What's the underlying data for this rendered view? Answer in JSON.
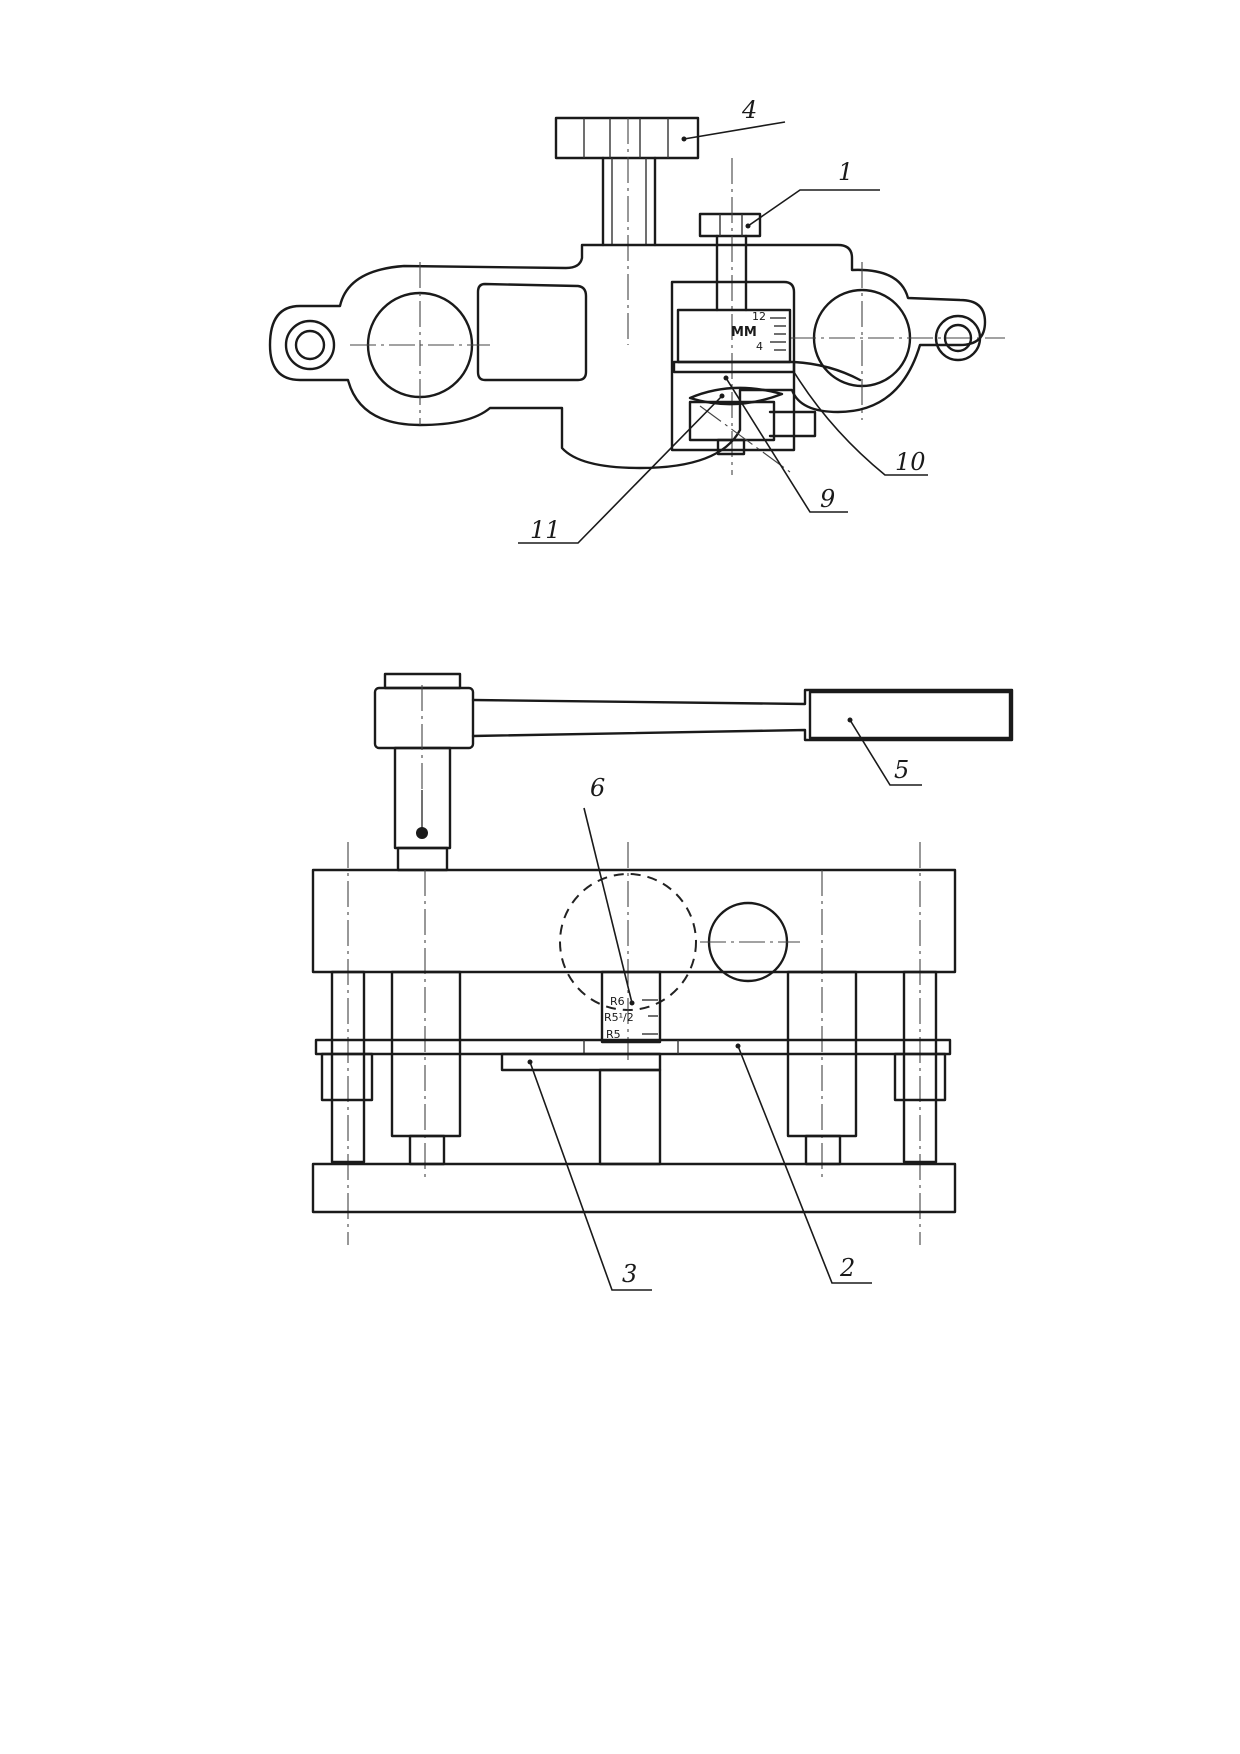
{
  "figure_top": {
    "callouts": {
      "c4": "4",
      "c1": "1",
      "c10": "10",
      "c9": "9",
      "c11": "11"
    },
    "gauge": {
      "unit": "MM",
      "tick_12": "12",
      "tick_4": "4"
    }
  },
  "figure_bottom": {
    "callouts": {
      "c5": "5",
      "c6": "6",
      "c3": "3",
      "c2": "2"
    },
    "radius_scale": {
      "r1": "R6",
      "r2": "R5¹/2",
      "r3": "R5"
    }
  }
}
